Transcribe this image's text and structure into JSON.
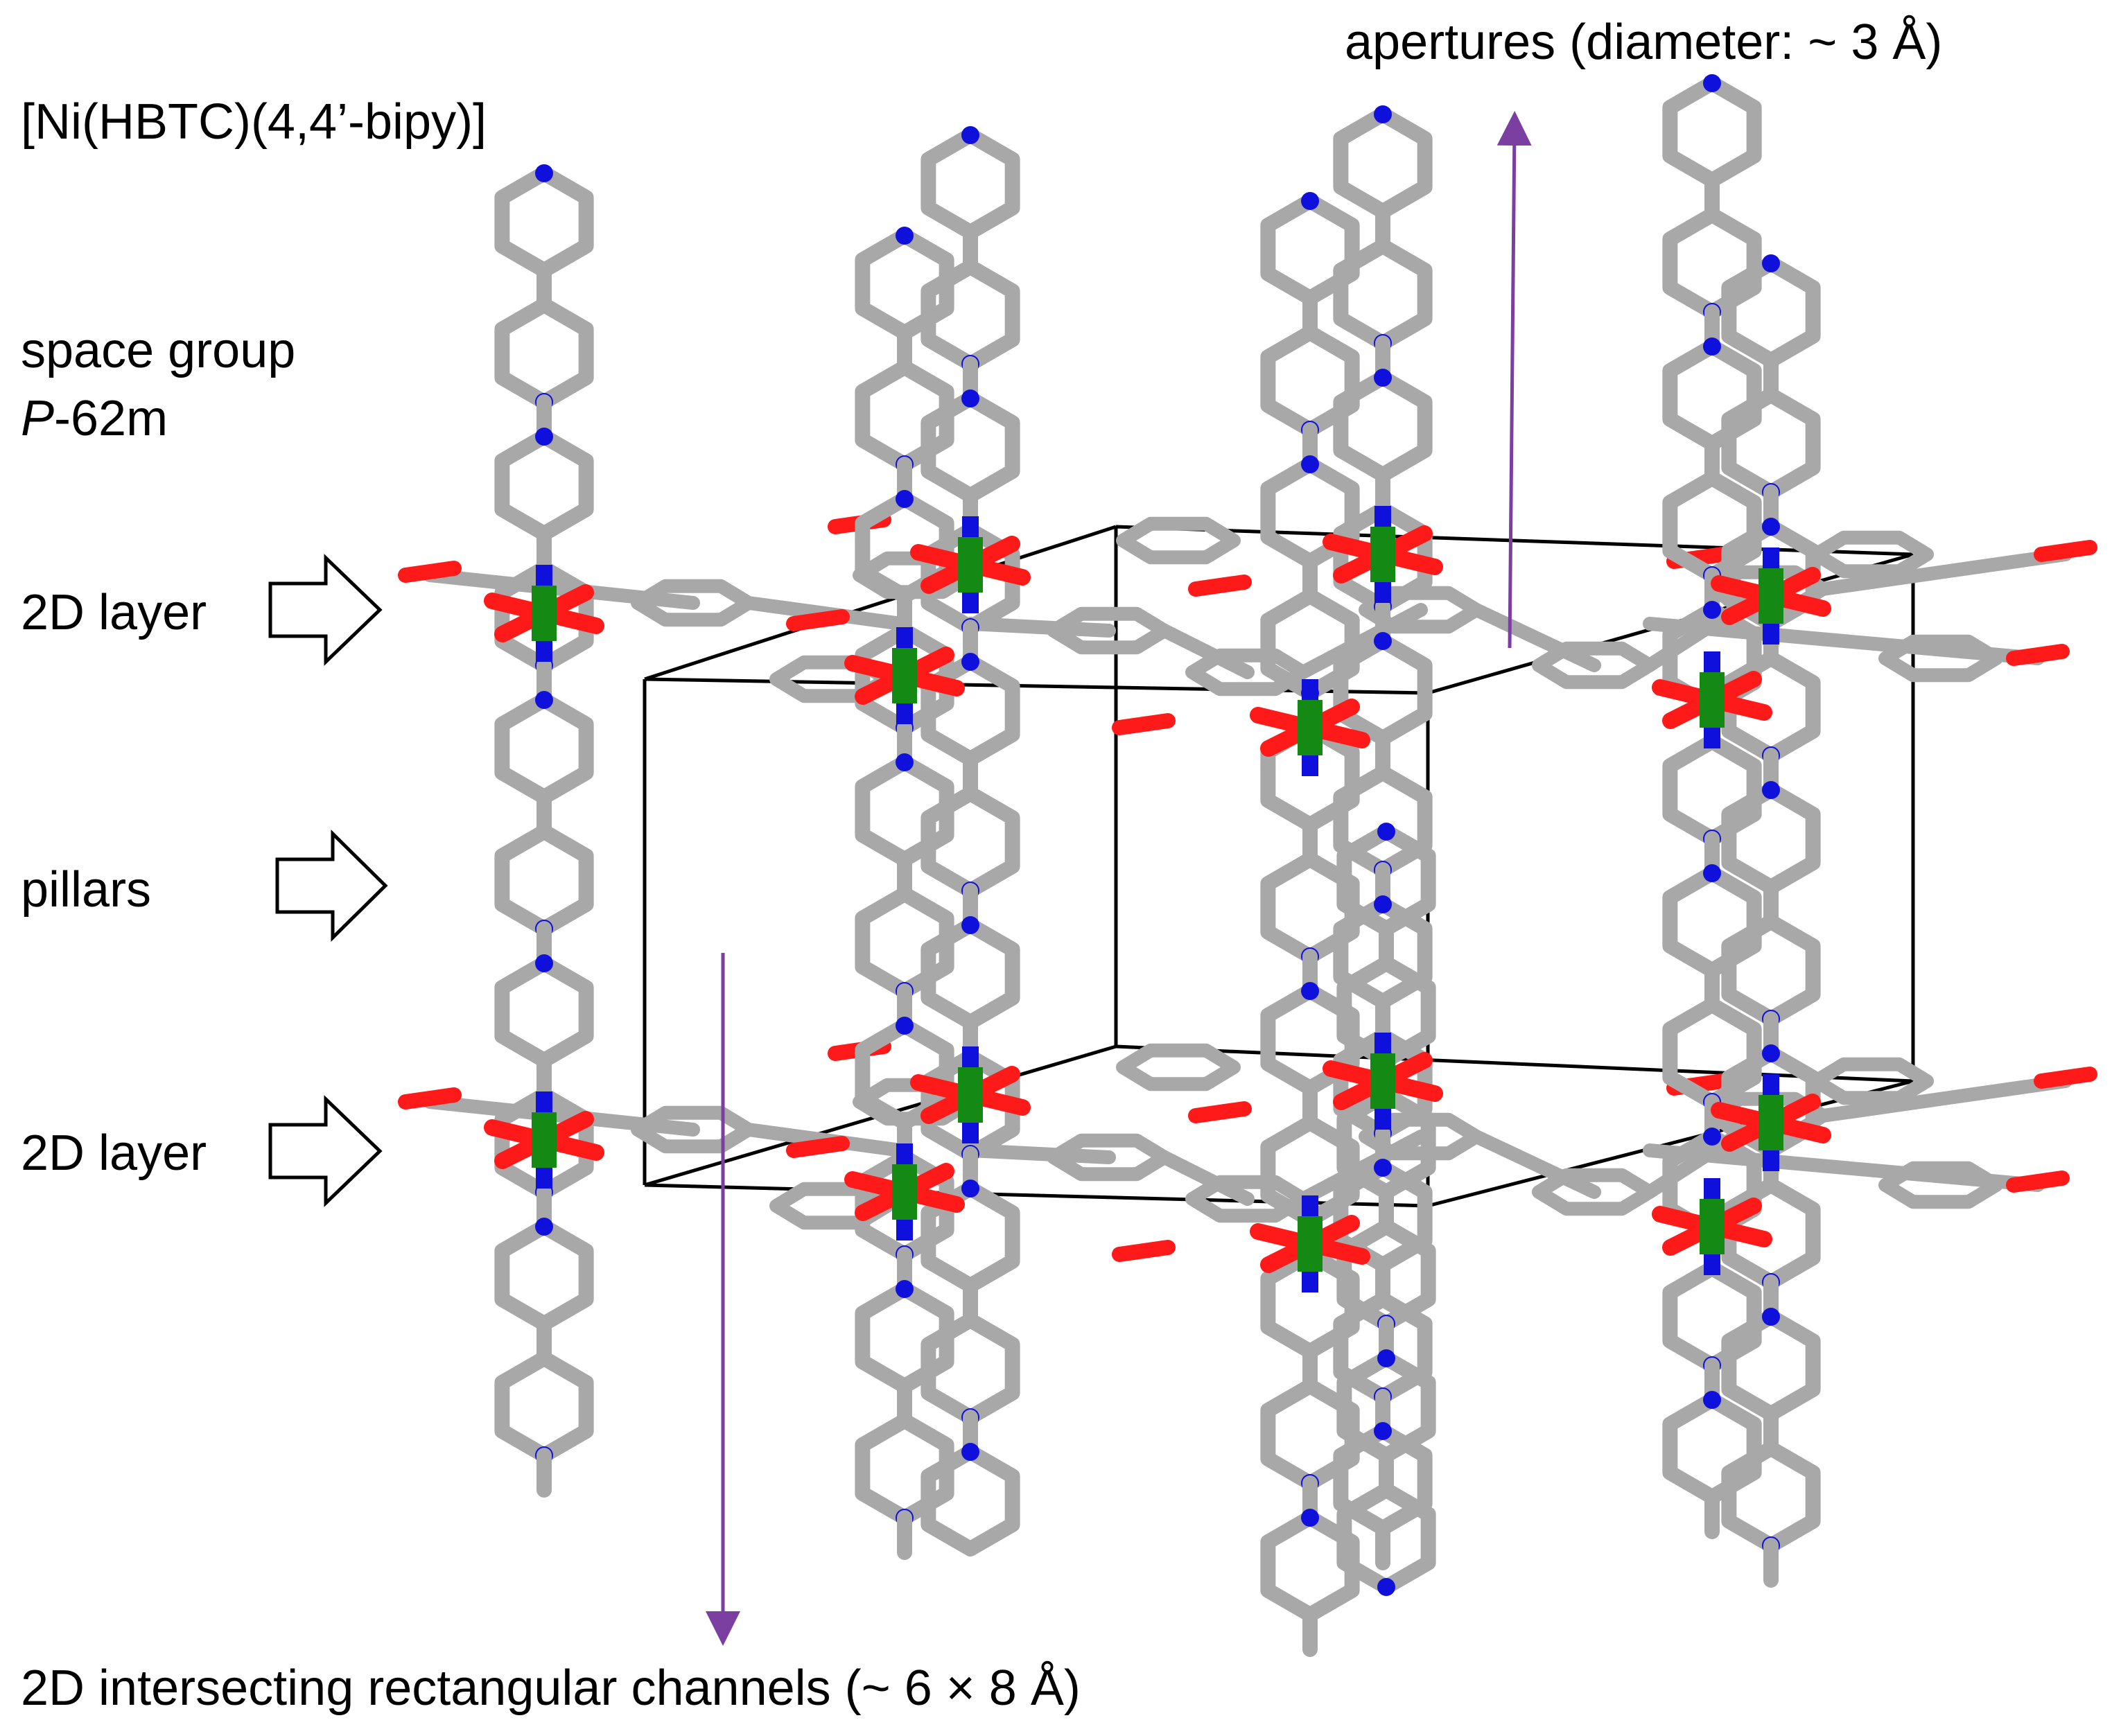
{
  "labels": {
    "formula": "[Ni(HBTC)(4,4’-bipy)]",
    "space_group_line1": "space group",
    "space_group_italic": "P",
    "space_group_rest": "-62m",
    "layer_top": "2D layer",
    "pillars": "pillars",
    "layer_bottom": "2D layer",
    "apertures": "apertures (diameter: ~ 3 Å)",
    "channels": "2D intersecting rectangular channels (~ 6 × 8 Å)"
  },
  "colors": {
    "carbon": "#a8a8a8",
    "oxygen": "#ff1a1a",
    "nitrogen": "#1010dd",
    "nickel": "#148a14",
    "arrow_annotation": "#7a3fa0",
    "cell_edge": "#000000"
  }
}
